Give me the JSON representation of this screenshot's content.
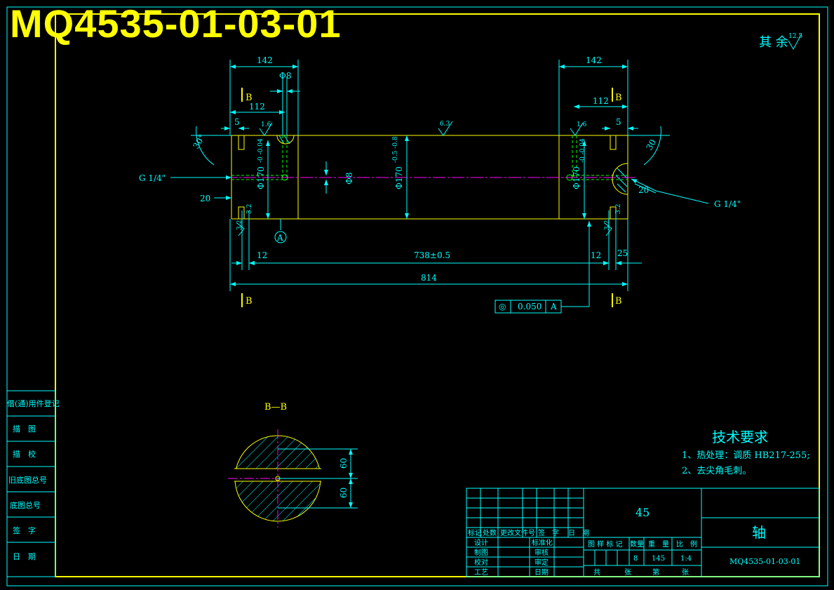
{
  "drawing_number_title": "MQ4535-01-03-01",
  "roughness_note": {
    "label": "其 余",
    "value": "12.5"
  },
  "front_view": {
    "dims": {
      "left_142": "142",
      "right_142": "142",
      "phi8_top": "Φ8",
      "left_112": "112",
      "right_112": "112",
      "left_5": "5",
      "right_5": "5",
      "left_30": "30°",
      "right_30": "30",
      "left_20": "20",
      "right_20": "20",
      "phi8_mid": "Φ8",
      "phi170_left": "Φ170",
      "phi170_mid": "Φ170",
      "phi170_right": "Φ170",
      "tol_left": "-0\n-0.04",
      "tol_mid": "-0.5\n-0.8",
      "tol_right": "-0\n-0.04",
      "left_12": "12",
      "right_12": "12",
      "len_738": "738±0.5",
      "len_814": "814",
      "right_25": "25",
      "rough_left": "1.6",
      "rough_right": "1.6",
      "rough_mid": "6.3",
      "rough_lower_left": "3.2",
      "rough_lower_right": "3.2",
      "v_small_left": "3.2",
      "v_small_right": "3.2"
    },
    "thread_left": "G 1/4\"",
    "thread_right": "G 1/4\"",
    "section_marks": [
      "B",
      "B",
      "B",
      "B"
    ],
    "datum": "A",
    "tolerance_frame": {
      "symbol": "◎",
      "value": "0.050",
      "datum": "A"
    }
  },
  "section_view": {
    "label": "B—B",
    "dim_top": "60",
    "dim_bottom": "60"
  },
  "tech_requirements": {
    "title": "技术要求",
    "items": [
      "1、热处理：调质 HB217-255;",
      "2、去尖角毛刺。"
    ]
  },
  "side_table": {
    "rows": [
      "借(通)用件登记",
      "描　图",
      "描　校",
      "旧底图总号",
      "底图总号",
      "签　字",
      "日　期"
    ]
  },
  "title_block": {
    "material": "45",
    "part_name": "轴",
    "drawing_no": "MQ4535-01-03-01",
    "change_header": [
      "标记",
      "处数",
      "更改文件号",
      "签　字",
      "日　期"
    ],
    "roles_left": [
      "设计",
      "制图",
      "校对",
      "工艺"
    ],
    "roles_right": [
      "标准化",
      "审核",
      "审定",
      "日期"
    ],
    "meta_headers": [
      "图 样 标 记",
      "数量",
      "重　量",
      "比　例"
    ],
    "meta_values": {
      "quantity": "8",
      "weight": "145",
      "scale": "1:4"
    },
    "sheet_labels": [
      "共",
      "张",
      "第",
      "张"
    ]
  },
  "colors": {
    "frame": "#ffff00",
    "dimension": "#00ffff",
    "centerline": "#ff00ff",
    "hidden": "#00ff00",
    "background": "#000000"
  }
}
